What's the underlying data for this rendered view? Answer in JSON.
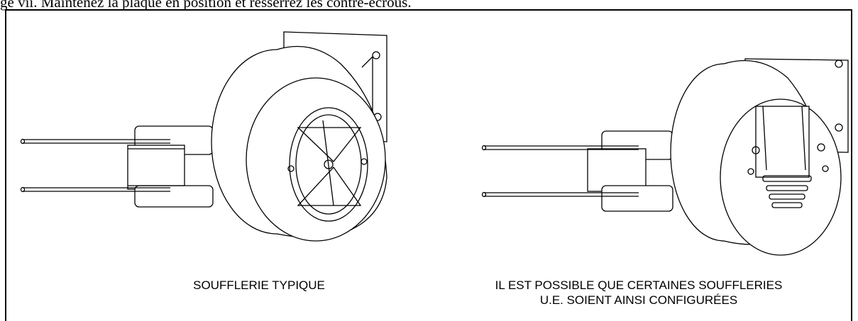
{
  "header_text": "ge vii. Maintenez la plaque en position et resserrez les contre-écrous.",
  "captions": {
    "left": "SOUFFLERIE TYPIQUE",
    "right_line1": "IL EST POSSIBLE QUE CERTAINES SOUFFLERIES",
    "right_line2": "U.E. SOIENT AINSI CONFIGURÉES"
  }
}
